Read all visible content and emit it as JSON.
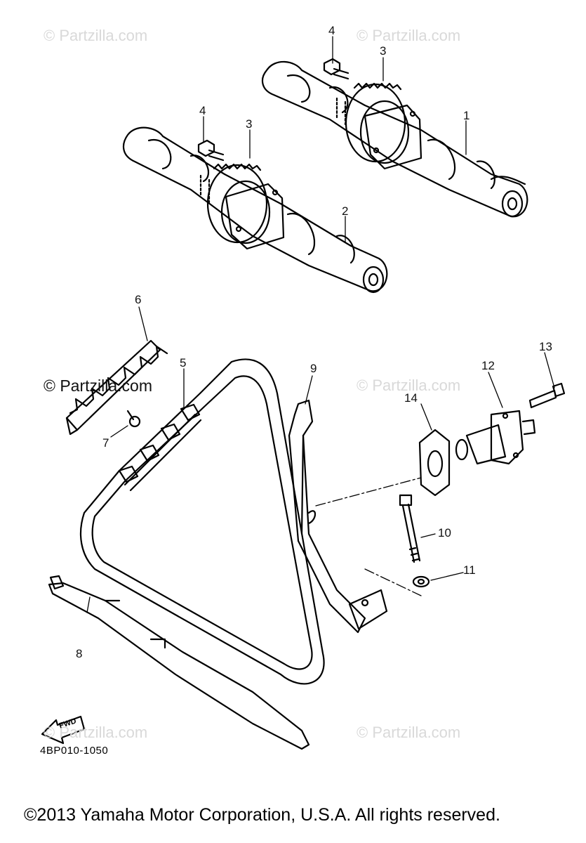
{
  "watermarks": [
    "© Partzilla.com",
    "© Partzilla.com",
    "© Partzilla.com",
    "© Partzilla.com",
    "© Partzilla.com",
    "© Partzilla.com"
  ],
  "callouts": {
    "c1": "1",
    "c2": "2",
    "c3a": "3",
    "c3b": "3",
    "c4a": "4",
    "c4b": "4",
    "c5": "5",
    "c6": "6",
    "c7": "7",
    "c8": "8",
    "c9": "9",
    "c10": "10",
    "c11": "11",
    "c12": "12",
    "c13": "13",
    "c14": "14"
  },
  "fwd_label": "FWD",
  "diagram_code": "4BP010-1050",
  "copyright": "©2013 Yamaha Motor Corporation, U.S.A. All rights reserved."
}
